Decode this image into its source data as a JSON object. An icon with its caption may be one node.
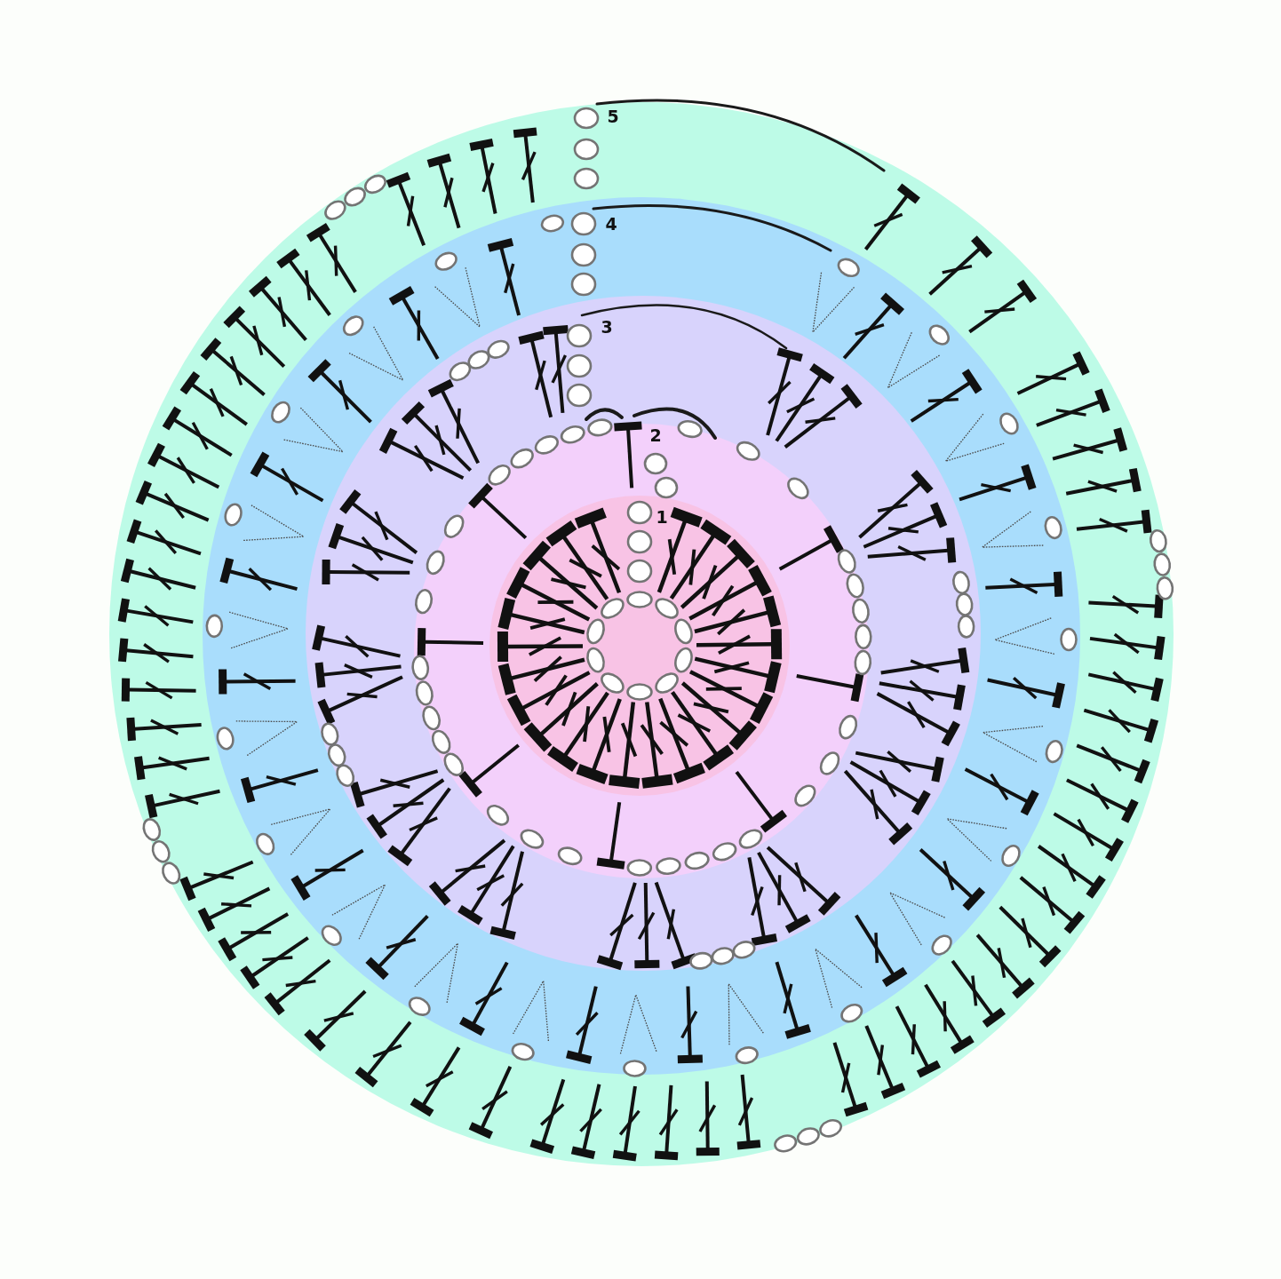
{
  "diagram": {
    "nodes": [
      {
        "text": [
          "5"
        ]
      },
      {
        "text": [
          "4"
        ],
        "in": 0
      },
      {
        "text": [
          "3"
        ],
        "in": 1
      },
      {
        "text": [
          "2"
        ],
        "in": 2
      },
      {
        "text": [
          "1"
        ],
        "in": 3
      }
    ]
  }
}
